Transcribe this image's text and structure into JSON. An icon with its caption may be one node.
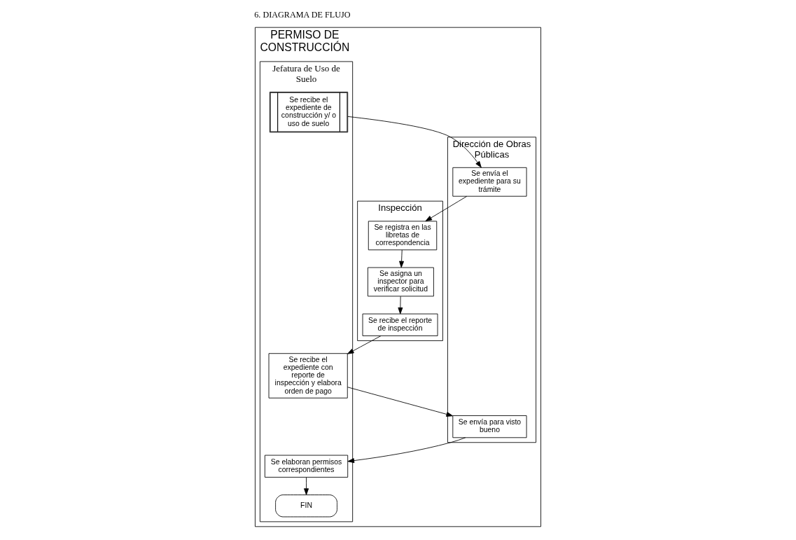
{
  "diagram": {
    "title": "6. DIAGRAMA DE FLUJO",
    "nodes": [
      {
        "text": [
          "PERMISO DE CONSTRUCCIÓN"
        ]
      },
      {
        "text": [
          "Jefatura de Uso de Suelo"
        ],
        "in": 0
      },
      {
        "text": [
          "Dirección de Obras Públicas"
        ],
        "in": 0
      },
      {
        "text": [
          "Inspección"
        ],
        "in": 0
      },
      {
        "text": [
          "Se recibe el expediente de construcción y/ o uso de suelo"
        ],
        "in": 1
      },
      {
        "text": [
          "Se envía el expediente para su trámite"
        ],
        "in": 2
      },
      {
        "text": [
          "Se registra en las libretas de correspondencia"
        ],
        "in": 3
      },
      {
        "text": [
          "Se asigna un inspector para verificar solicitud"
        ],
        "in": 3
      },
      {
        "text": [
          "Se recibe el reporte de inspección"
        ],
        "in": 3
      },
      {
        "text": [
          "Se recibe el expediente con reporte de inspección y elabora orden de pago"
        ],
        "in": 1
      },
      {
        "text": [
          "Se envía para visto bueno"
        ],
        "in": 2
      },
      {
        "text": [
          "Se elaboran permisos correspondientes"
        ],
        "in": 1
      },
      {
        "text": [
          "FIN"
        ],
        "in": 1
      }
    ],
    "edges": [
      {
        "from": 4,
        "to": 5,
        "arrow": "to"
      },
      {
        "from": 5,
        "to": 6,
        "arrow": "to"
      },
      {
        "from": 6,
        "to": 7,
        "arrow": "to"
      },
      {
        "from": 7,
        "to": 8,
        "arrow": "to"
      },
      {
        "from": 8,
        "to": 9,
        "arrow": "to"
      },
      {
        "from": 9,
        "to": 10,
        "arrow": "to"
      },
      {
        "from": 10,
        "to": 11,
        "arrow": "to"
      },
      {
        "from": 11,
        "to": 12,
        "arrow": "to"
      }
    ]
  }
}
